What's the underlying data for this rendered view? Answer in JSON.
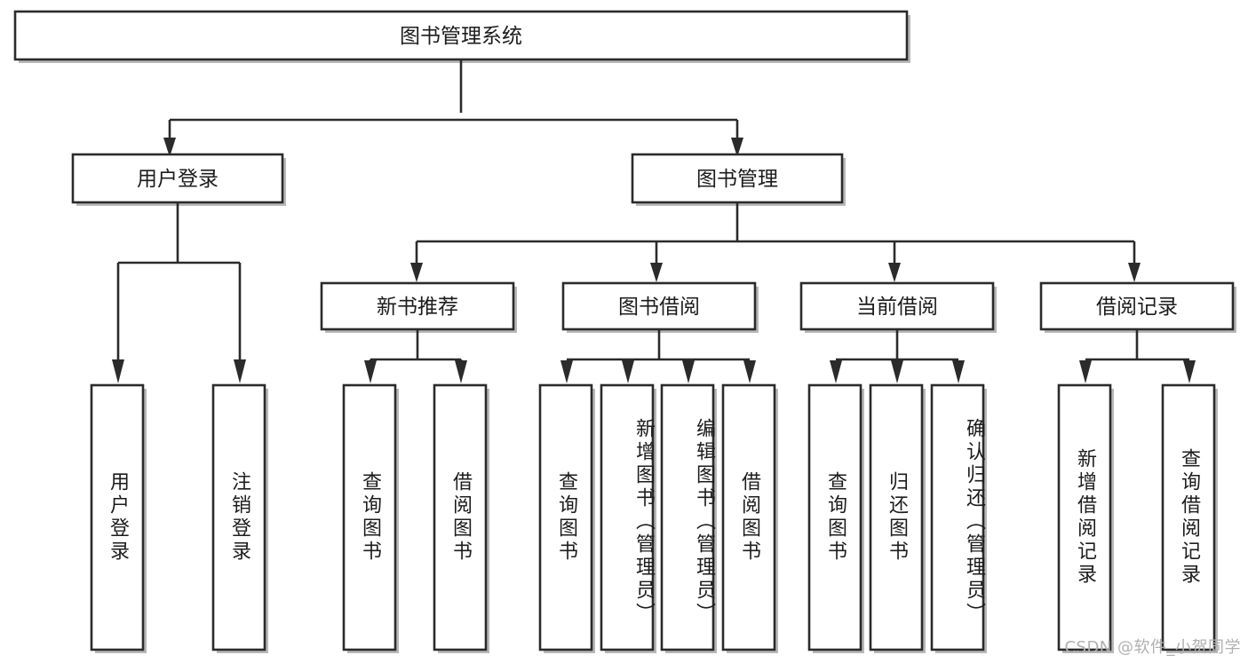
{
  "diagram": {
    "type": "hierarchy-tree",
    "title": "图书管理系统",
    "watermark": "CSDN @软件_小贺同学",
    "colors": {
      "box_border": "#2b2b2b",
      "box_fill": "#ffffff",
      "connector": "#2b2b2b",
      "shadow": "#b8b8b8",
      "text": "#1c1c1c",
      "watermark": "#b0b0b0",
      "background": "#ffffff"
    },
    "root": {
      "label": "图书管理系统",
      "level": 0
    },
    "level1": [
      {
        "label": "用户登录",
        "level": 1
      },
      {
        "label": "图书管理",
        "level": 1
      }
    ],
    "level2": [
      {
        "label": "新书推荐",
        "level": 2,
        "parent": "图书管理"
      },
      {
        "label": "图书借阅",
        "level": 2,
        "parent": "图书管理"
      },
      {
        "label": "当前借阅",
        "level": 2,
        "parent": "图书管理"
      },
      {
        "label": "借阅记录",
        "level": 2,
        "parent": "图书管理"
      }
    ],
    "leaves": [
      {
        "label": "用户登录",
        "parent": "用户登录"
      },
      {
        "label": "注销登录",
        "parent": "用户登录"
      },
      {
        "label": "查询图书",
        "parent": "新书推荐"
      },
      {
        "label": "借阅图书",
        "parent": "新书推荐"
      },
      {
        "label": "查询图书",
        "parent": "图书借阅"
      },
      {
        "label": "新增图书（管理员）",
        "parent": "图书借阅"
      },
      {
        "label": "编辑图书（管理员）",
        "parent": "图书借阅"
      },
      {
        "label": "借阅图书",
        "parent": "图书借阅"
      },
      {
        "label": "查询图书",
        "parent": "当前借阅"
      },
      {
        "label": "归还图书",
        "parent": "当前借阅"
      },
      {
        "label": "确认归还（管理员）",
        "parent": "当前借阅"
      },
      {
        "label": "新增借阅记录",
        "parent": "借阅记录"
      },
      {
        "label": "查询借阅记录",
        "parent": "借阅记录"
      }
    ]
  }
}
